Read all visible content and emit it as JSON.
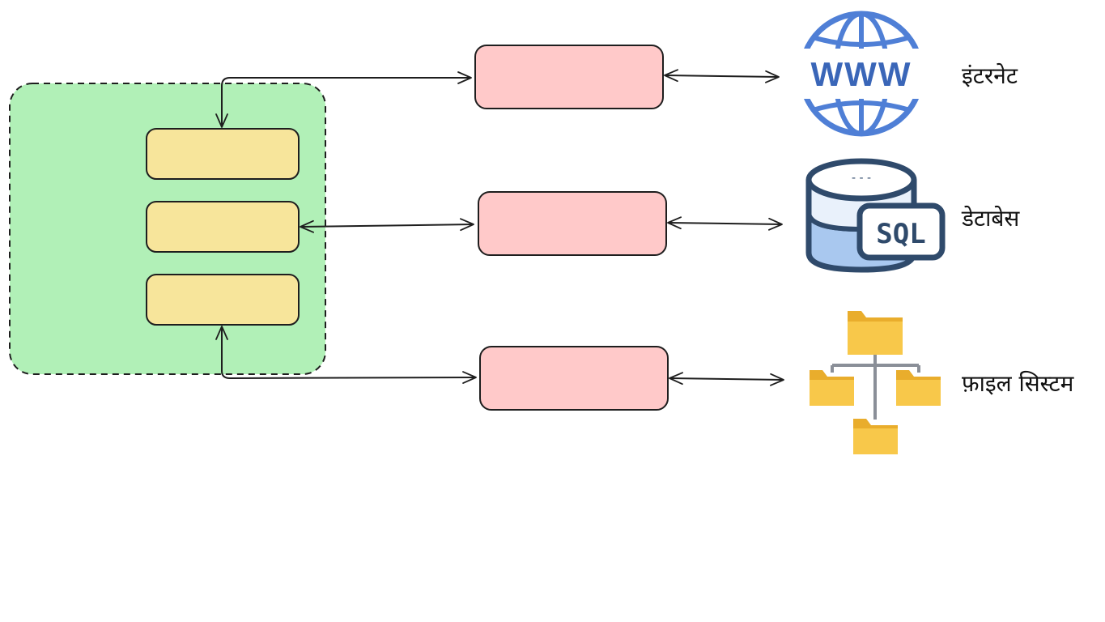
{
  "labels": {
    "internet": "इंटरनेट",
    "database": "डेटाबेस",
    "filesystem": "फ़ाइल सिस्टम"
  },
  "icons": {
    "internet": "globe-www-icon",
    "database": "sql-database-icon",
    "filesystem": "folder-tree-icon"
  },
  "icon_text": {
    "www": "WWW",
    "sql": "SQL",
    "db_dashes": "- - -"
  },
  "colors": {
    "container_fill": "#b1f0b7",
    "container_stroke": "#1e1e1e",
    "inner_box_fill": "#f7e59b",
    "middle_box_fill": "#ffc9c9",
    "stroke": "#1e1e1e",
    "globe_blue": "#4f7fd6",
    "globe_blue_dark": "#3a66b8",
    "db_blue": "#2f4a6b",
    "db_light": "#e9f1fb",
    "db_mid": "#a9c8ef",
    "folder_yellow": "#f8c84a",
    "folder_dark": "#e9ad2c",
    "tree_line": "#8a8f98"
  }
}
